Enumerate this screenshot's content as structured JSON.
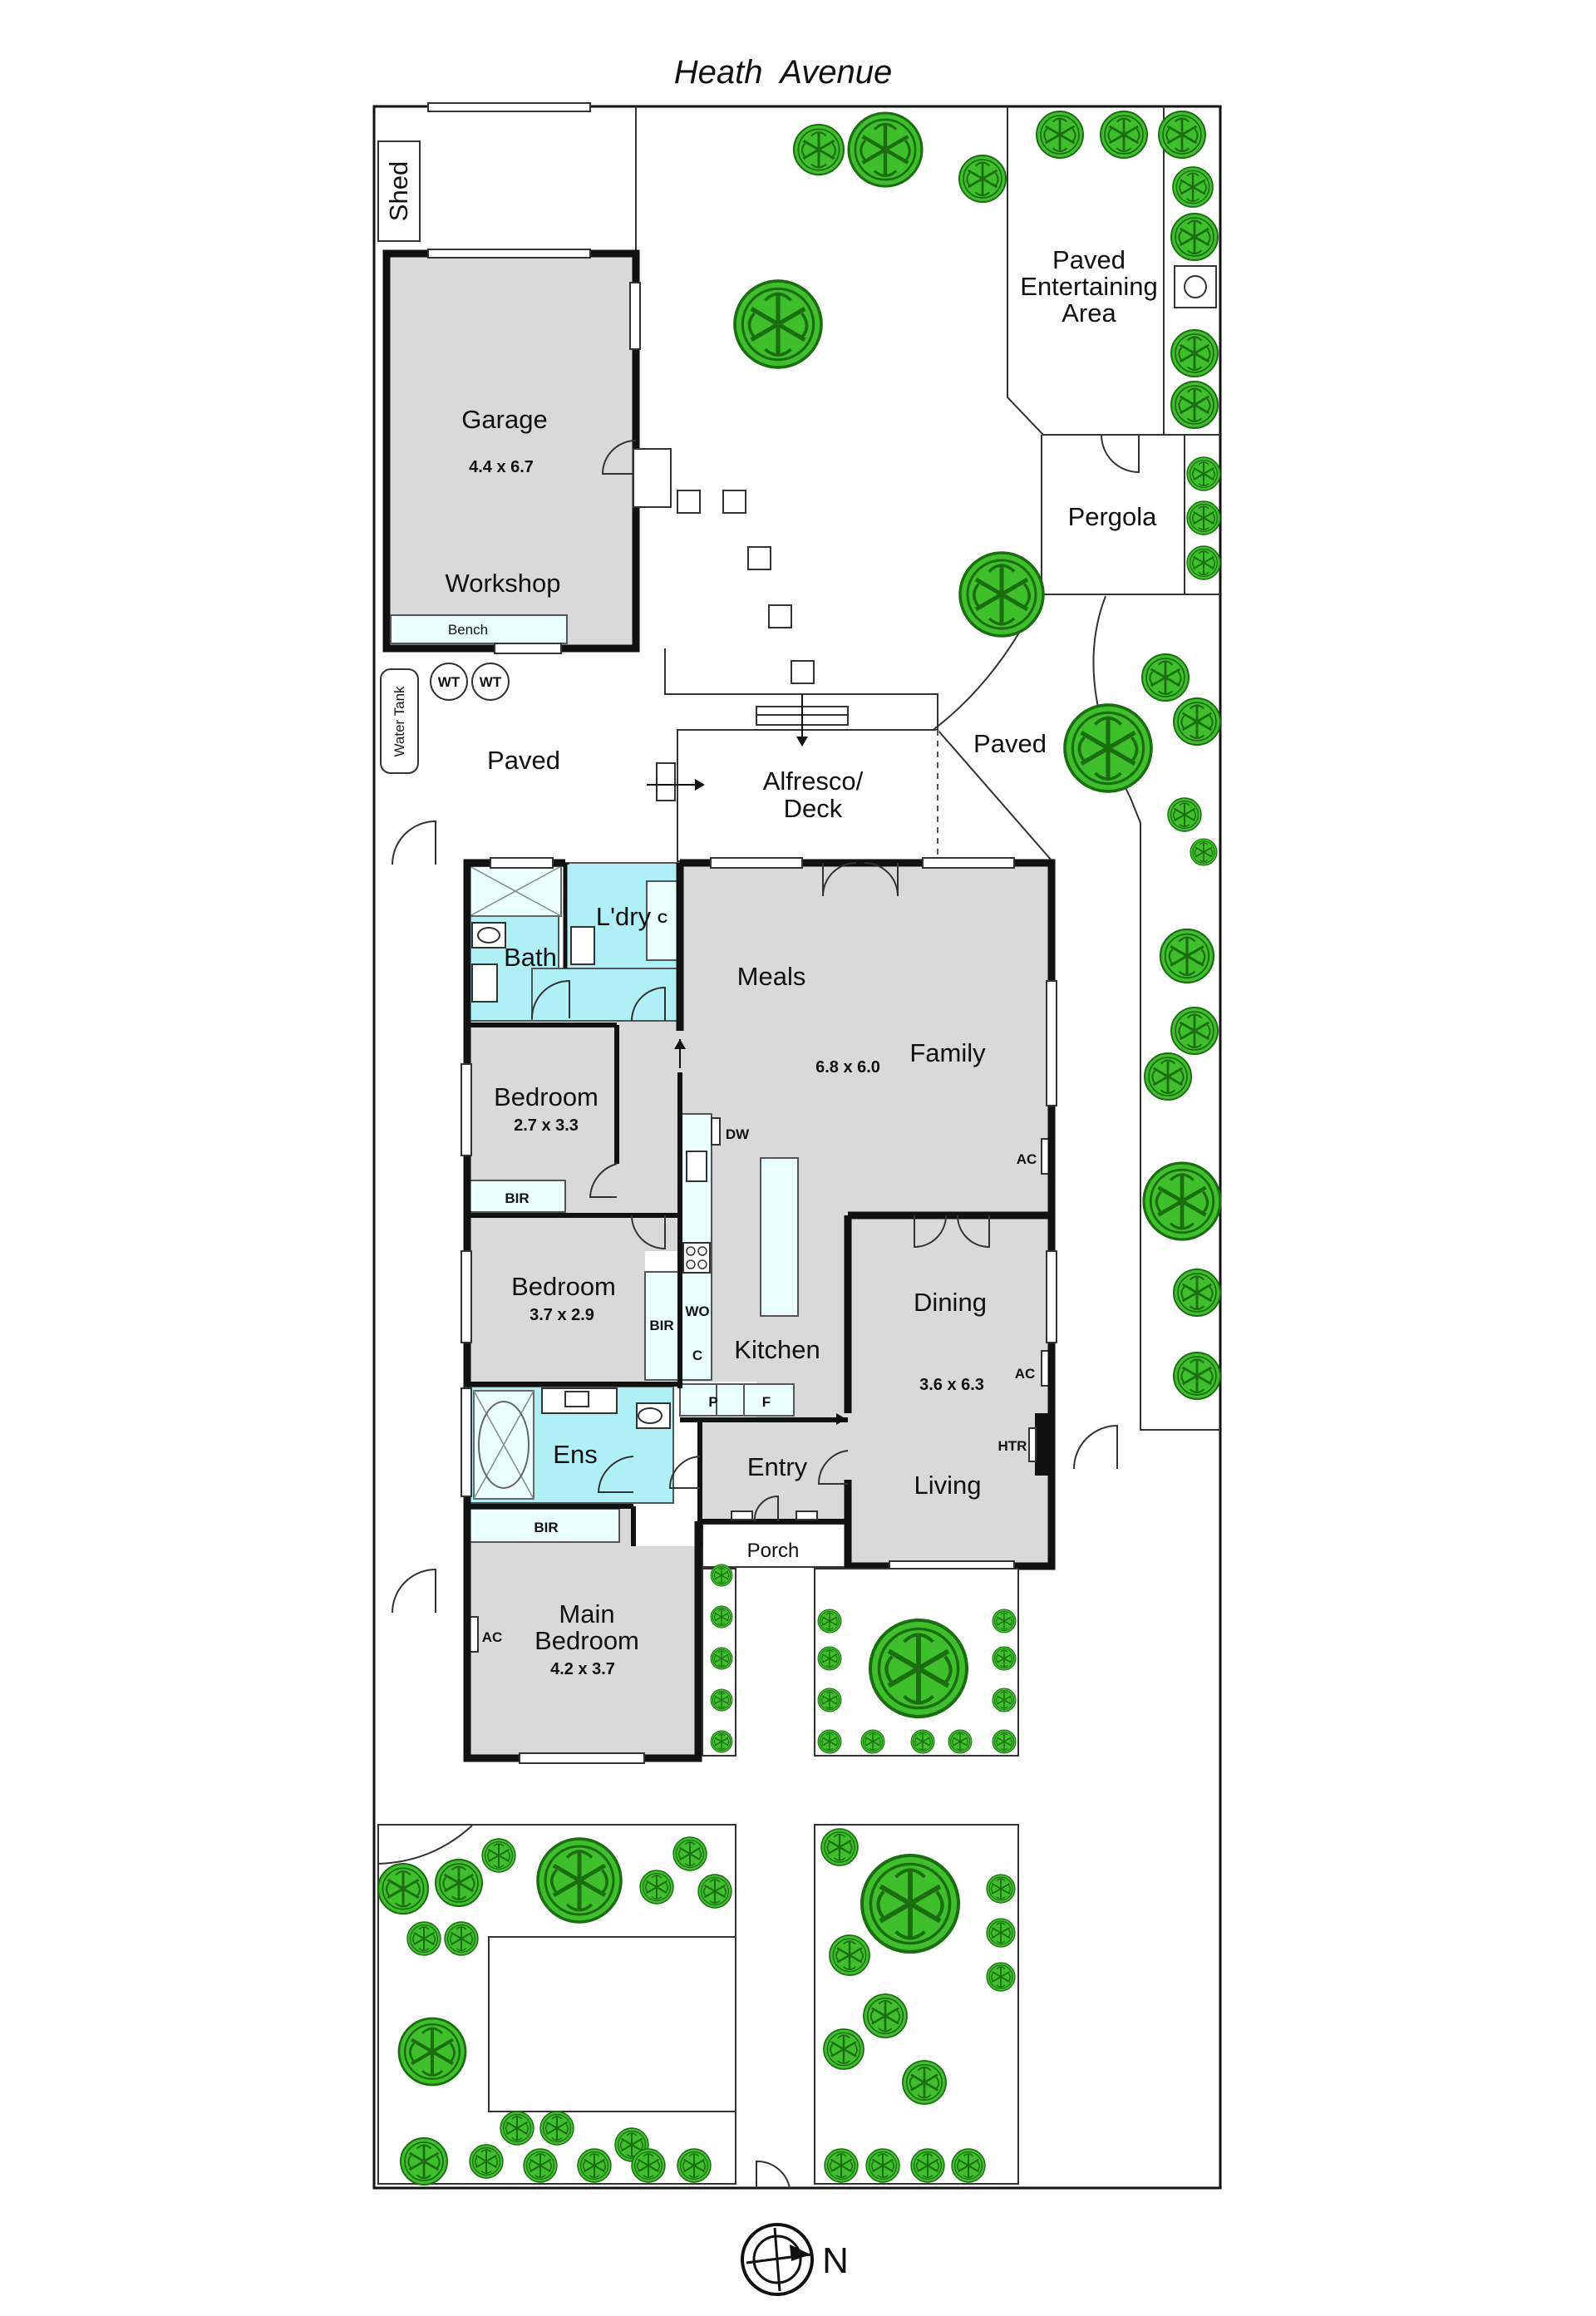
{
  "street": "Heath  Avenue",
  "rooms": {
    "shed": "Shed",
    "garage": "Garage",
    "garage_dim": "4.4 x 6.7",
    "workshop": "Workshop",
    "bench": "Bench",
    "water_tank": "Water Tank",
    "wt": "WT",
    "paved_entertaining": [
      "Paved",
      "Entertaining",
      "Area"
    ],
    "pergola": "Pergola",
    "paved": "Paved",
    "alfresco": [
      "Alfresco/",
      "Deck"
    ],
    "bath": "Bath",
    "laundry": "L'dry",
    "c": "C",
    "meals": "Meals",
    "family": "Family",
    "family_dim": "6.8 x 6.0",
    "dw": "DW",
    "ac": "AC",
    "bedroom": "Bedroom",
    "bedroom2_dim": "2.7 x 3.3",
    "bir": "BIR",
    "bedroom3_dim": "3.7 x 2.9",
    "wo": "WO",
    "kitchen": "Kitchen",
    "p": "P",
    "f": "F",
    "dining": "Dining",
    "dining_dim": "3.6 x 6.3",
    "living": "Living",
    "htr": "HTR",
    "ens": "Ens",
    "entry": "Entry",
    "porch": "Porch",
    "main_bedroom": [
      "Main",
      "Bedroom"
    ],
    "main_bedroom_dim": "4.2 x 3.7",
    "north": "N"
  },
  "colors": {
    "room_fill": "#d9d9d9",
    "wet_fill": "#aef0f6",
    "tree_dark": "#1a6e10",
    "tree_light": "#3fbf2c",
    "wall": "#111111"
  }
}
